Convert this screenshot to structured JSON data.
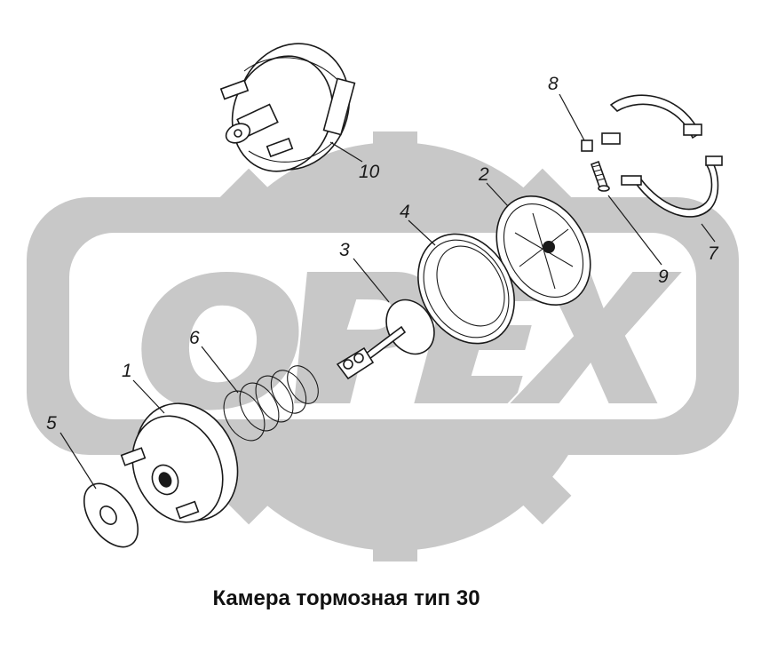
{
  "watermark": {
    "text": "OPEX",
    "color": "#c8c8c8"
  },
  "caption": "Камера тормозная тип 30",
  "callouts": [
    {
      "id": "1",
      "label": "1"
    },
    {
      "id": "2",
      "label": "2"
    },
    {
      "id": "3",
      "label": "3"
    },
    {
      "id": "4",
      "label": "4"
    },
    {
      "id": "5",
      "label": "5"
    },
    {
      "id": "6",
      "label": "6"
    },
    {
      "id": "7",
      "label": "7"
    },
    {
      "id": "8",
      "label": "8"
    },
    {
      "id": "9",
      "label": "9"
    },
    {
      "id": "10",
      "label": "10"
    }
  ]
}
